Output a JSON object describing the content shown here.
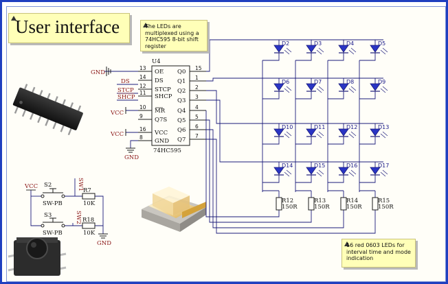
{
  "title": "User interface",
  "notes": {
    "multiplex": "The LEDs are multiplexed using a 74HC595 8-bit shift register",
    "leds": "16 red 0603 LEDs for interval time and mode indication"
  },
  "ic": {
    "ref": "U4",
    "part": "74HC595",
    "left_pins": [
      {
        "num": "13",
        "name": "OE"
      },
      {
        "num": "14",
        "name": "DS"
      },
      {
        "num": "12",
        "name": "STCP"
      },
      {
        "num": "11",
        "name": "SHCP"
      },
      {
        "num": "10",
        "name": "MR"
      },
      {
        "num": "9",
        "name": "Q7S"
      },
      {
        "num": "16",
        "name": "VCC"
      },
      {
        "num": "8",
        "name": "GND"
      }
    ],
    "right_pins": [
      {
        "num": "15",
        "name": "Q0"
      },
      {
        "num": "1",
        "name": "Q1"
      },
      {
        "num": "2",
        "name": "Q2"
      },
      {
        "num": "3",
        "name": "Q3"
      },
      {
        "num": "4",
        "name": "Q4"
      },
      {
        "num": "5",
        "name": "Q5"
      },
      {
        "num": "6",
        "name": "Q6"
      },
      {
        "num": "7",
        "name": "Q7"
      }
    ],
    "nets": {
      "gnd": "GND",
      "ds": "DS",
      "stcp": "STCP",
      "shcp": "SHCP",
      "vcc1": "VCC",
      "vcc2": "VCC",
      "gnd_bottom": "GND"
    }
  },
  "leds": [
    "D2",
    "D3",
    "D4",
    "D5",
    "D6",
    "D7",
    "D8",
    "D9",
    "D10",
    "D11",
    "D12",
    "D13",
    "D14",
    "D15",
    "D16",
    "D17"
  ],
  "resistors": [
    {
      "ref": "R12",
      "value": "150R"
    },
    {
      "ref": "R13",
      "value": "150R"
    },
    {
      "ref": "R14",
      "value": "150R"
    },
    {
      "ref": "R15",
      "value": "150R"
    }
  ],
  "switches": [
    {
      "ref": "S2",
      "type": "SW-PB",
      "res_ref": "R7",
      "res_value": "10K",
      "net": "SW1"
    },
    {
      "ref": "S3",
      "type": "SW-PB",
      "res_ref": "R18",
      "res_value": "10K",
      "net": "SW2"
    }
  ],
  "switch_nets": {
    "vcc": "VCC",
    "gnd": "GND"
  },
  "colors": {
    "wire": "#1a1a7a",
    "led": "#2a35c4",
    "frame": "#1f3fbf",
    "note": "#ffffb8"
  }
}
